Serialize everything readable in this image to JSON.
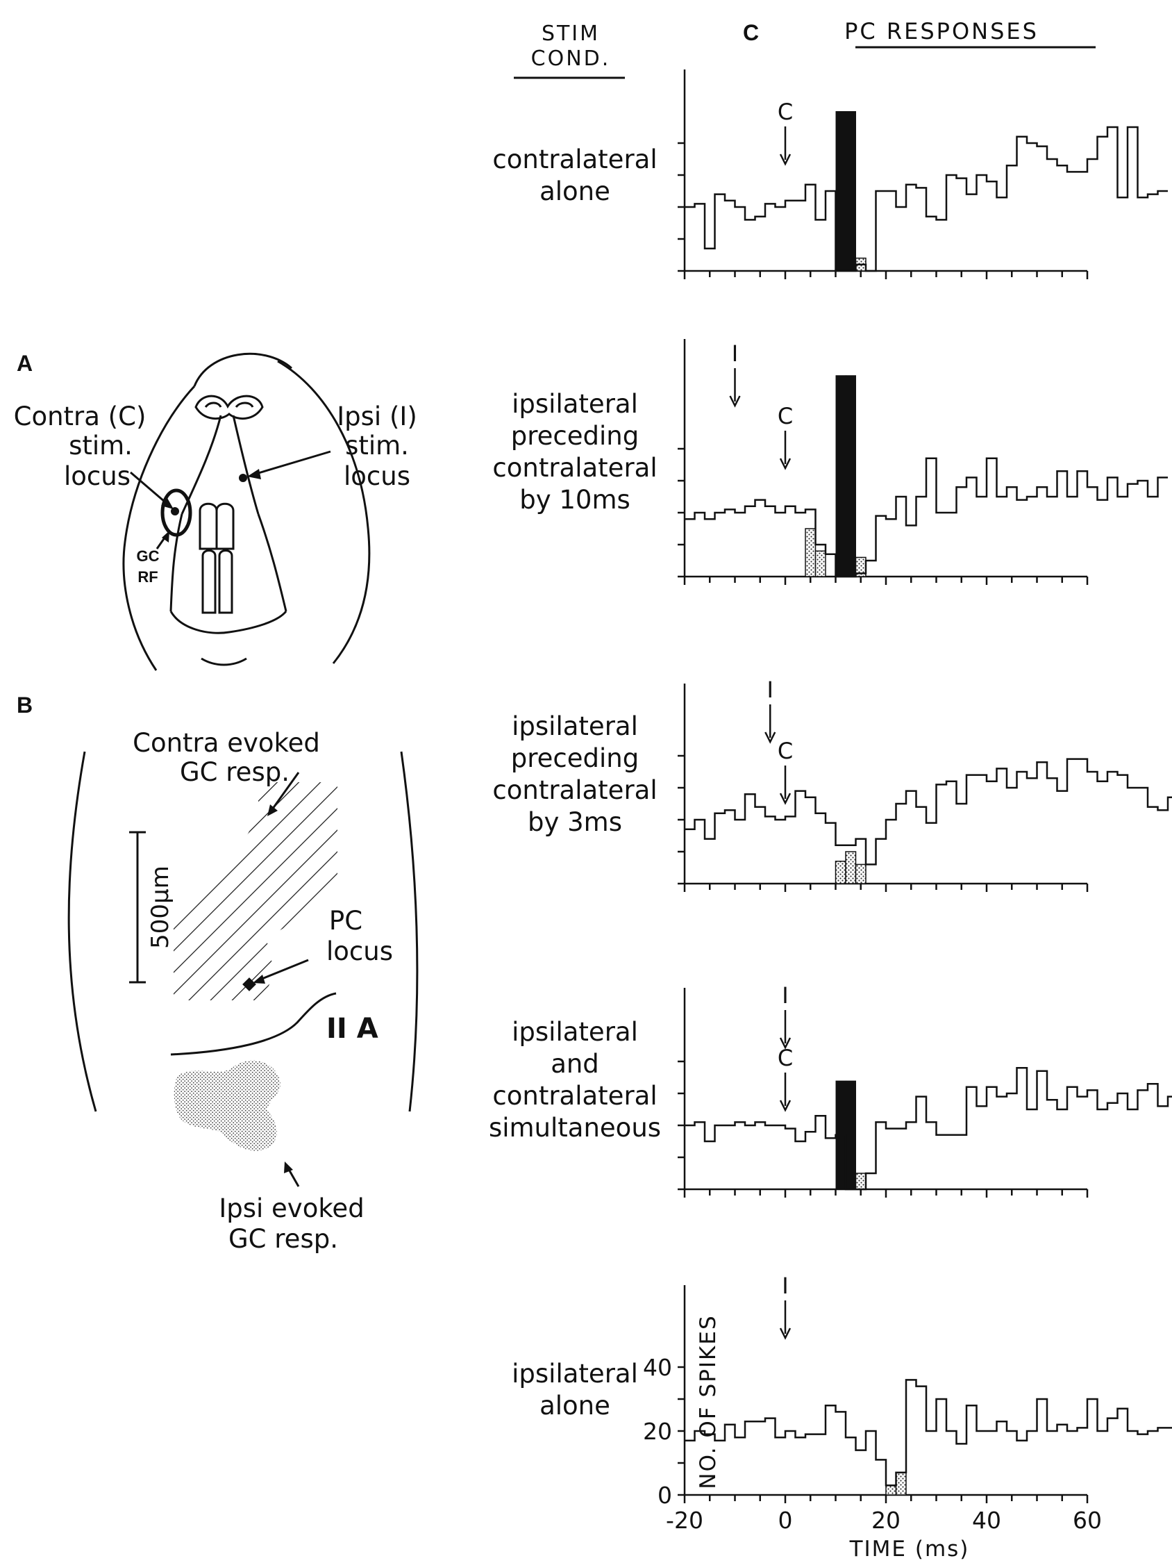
{
  "figure": {
    "panel_labels": {
      "a": "A",
      "b": "B",
      "c": "C"
    },
    "stim_cond_header": [
      "STIM",
      "COND."
    ],
    "pc_responses_header": "PC RESPONSES",
    "panel_a": {
      "contra_label": [
        "Contra (C)",
        "stim.",
        "locus"
      ],
      "ipsi_label": [
        "Ipsi (I)",
        "stim.",
        "locus"
      ],
      "gc_rf_label": [
        "GC",
        "RF"
      ]
    },
    "panel_b": {
      "contra_evoked": [
        "Contra evoked",
        "GC resp."
      ],
      "ipsi_evoked": [
        "Ipsi evoked",
        "GC resp."
      ],
      "pc_locus": [
        "PC",
        "locus"
      ],
      "scale_bar": "500μm",
      "region": "II A"
    },
    "conditions": [
      {
        "lines": [
          "contralateral",
          "alone"
        ]
      },
      {
        "lines": [
          "ipsilateral",
          "preceding",
          "contralateral",
          "by 10ms"
        ]
      },
      {
        "lines": [
          "ipsilateral",
          "preceding",
          "contralateral",
          "by 3ms"
        ]
      },
      {
        "lines": [
          "ipsilateral",
          "and",
          "contralateral",
          "simultaneous"
        ]
      },
      {
        "lines": [
          "ipsilateral",
          "alone"
        ]
      }
    ]
  },
  "colors": {
    "ink": "#111111",
    "stipple": "#8a8a8a",
    "background": "#ffffff"
  },
  "chart_data": [
    {
      "type": "bar",
      "name": "contralateral alone",
      "markers": [
        {
          "label": "C",
          "time": 0
        }
      ],
      "x_start": -20,
      "bin_width": 2,
      "ylim": [
        0,
        50
      ],
      "values": [
        20,
        21,
        7,
        24,
        22,
        20,
        16,
        17,
        21,
        20,
        22,
        22,
        27,
        16,
        25,
        0,
        0,
        2,
        0,
        25,
        25,
        20,
        27,
        26,
        17,
        16,
        30,
        29,
        24,
        30,
        28,
        23,
        33,
        42,
        40,
        39,
        35,
        33,
        31,
        31,
        35,
        42,
        45,
        23,
        45,
        23,
        24,
        25
      ],
      "shaded": {
        "17": 4
      },
      "stim_bar": {
        "15": 50,
        "16": 50
      }
    },
    {
      "type": "bar",
      "name": "ipsilateral preceding contralateral by 10ms",
      "markers": [
        {
          "label": "I",
          "time": -10
        },
        {
          "label": "C",
          "time": 0
        }
      ],
      "x_start": -20,
      "bin_width": 2,
      "ylim": [
        0,
        50
      ],
      "values": [
        18,
        20,
        18,
        20,
        21,
        20,
        22,
        24,
        22,
        20,
        22,
        20,
        21,
        10,
        7,
        0,
        0,
        1,
        5,
        19,
        18,
        25,
        16,
        25,
        37,
        20,
        20,
        28,
        31,
        25,
        37,
        25,
        28,
        24,
        25,
        28,
        25,
        33,
        25,
        33,
        28,
        24,
        31,
        25,
        29,
        30,
        25,
        31
      ],
      "shaded": {
        "12": 15,
        "13": 8,
        "17": 6
      },
      "stim_bar": {
        "15": 63,
        "16": 63
      }
    },
    {
      "type": "bar",
      "name": "ipsilateral preceding contralateral by 3ms",
      "markers": [
        {
          "label": "I",
          "time": -3
        },
        {
          "label": "C",
          "time": 0
        }
      ],
      "x_start": -20,
      "bin_width": 2,
      "ylim": [
        0,
        50
      ],
      "values": [
        17,
        20,
        14,
        22,
        23,
        20,
        28,
        24,
        21,
        20,
        21,
        29,
        27,
        22,
        19,
        12,
        12,
        14,
        6,
        14,
        20,
        25,
        29,
        24,
        19,
        31,
        32,
        25,
        34,
        34,
        32,
        36,
        30,
        35,
        33,
        38,
        33,
        29,
        39,
        39,
        35,
        32,
        35,
        34,
        30,
        30,
        24,
        23,
        27
      ],
      "shaded": {
        "15": 7,
        "16": 10,
        "17": 6
      },
      "stim_bar": {}
    },
    {
      "type": "bar",
      "name": "ipsilateral and contralateral simultaneous",
      "markers": [
        {
          "label": "I",
          "time": 0
        },
        {
          "label": "C",
          "time": 0
        }
      ],
      "x_start": -20,
      "bin_width": 2,
      "ylim": [
        0,
        50
      ],
      "values": [
        20,
        21,
        15,
        20,
        20,
        21,
        20,
        21,
        20,
        20,
        19,
        15,
        18,
        23,
        16,
        17,
        0,
        0,
        5,
        21,
        19,
        19,
        21,
        29,
        21,
        17,
        17,
        17,
        32,
        26,
        32,
        29,
        30,
        38,
        25,
        37,
        28,
        25,
        32,
        29,
        31,
        25,
        27,
        30,
        25,
        31,
        33,
        26,
        29
      ],
      "shaded": {
        "17": 5
      },
      "stim_bar": {
        "15": 34,
        "16": 34
      }
    },
    {
      "type": "bar",
      "name": "ipsilateral alone",
      "markers": [
        {
          "label": "I",
          "time": 0
        }
      ],
      "x_start": -20,
      "bin_width": 2,
      "xlim": [
        -20,
        60
      ],
      "ylim": [
        0,
        50
      ],
      "x_ticks": [
        -20,
        0,
        20,
        40,
        60
      ],
      "y_ticks": [
        0,
        20,
        40
      ],
      "xlabel": "TIME (ms)",
      "ylabel": "NO. OF SPIKES",
      "values": [
        17,
        20,
        19,
        17,
        22,
        18,
        23,
        23,
        24,
        18,
        20,
        18,
        19,
        19,
        28,
        26,
        18,
        14,
        20,
        11,
        3,
        7,
        36,
        34,
        20,
        30,
        20,
        16,
        28,
        20,
        20,
        23,
        20,
        17,
        20,
        30,
        20,
        22,
        20,
        21,
        30,
        20,
        24,
        27,
        20,
        19,
        20,
        21,
        21,
        20,
        22,
        23,
        27,
        20,
        23,
        20,
        21,
        21,
        21
      ],
      "shaded": {
        "20": 3,
        "21": 7
      },
      "stim_bar": {}
    }
  ]
}
